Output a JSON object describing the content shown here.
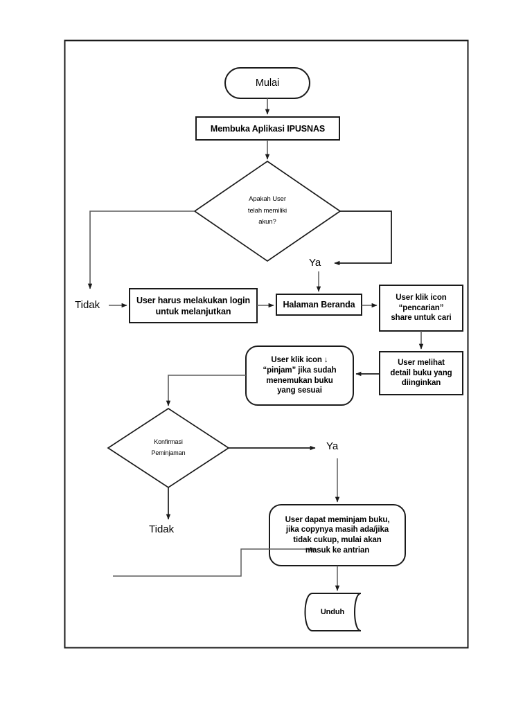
{
  "page": {
    "title": "Flowchart Peminjaman Buku IPUSNAS",
    "background_color": "#ffffff",
    "line_color": "#000000",
    "border_color": "#000000"
  },
  "nodes": {
    "start": {
      "label": "Mulai",
      "shape": "terminator"
    },
    "open_app": {
      "label": "Membuka Aplikasi IPUSNAS",
      "shape": "process"
    },
    "has_account": {
      "label": "Apakah User\ntelah memiliki\nakun?",
      "shape": "decision"
    },
    "login": {
      "label": "User harus melakukan login\nuntuk melanjutkan",
      "shape": "process"
    },
    "home": {
      "label": "Halaman Beranda",
      "shape": "process"
    },
    "search": {
      "label": "User klik icon\n“pencarian”\nshare untuk cari",
      "shape": "process"
    },
    "detail": {
      "label": "User melihat\ndetail buku yang\ndiinginkan",
      "shape": "process"
    },
    "borrow_icon": {
      "label": "User klik icon  ↓\n“pinjam” jika sudah\nmenemukan buku\nyang sesuai",
      "shape": "rounded-process"
    },
    "confirm": {
      "label": "Konfirmasi\nPeminjaman",
      "shape": "decision"
    },
    "borrow_result": {
      "label": "User dapat meminjam buku,\njika copynya masih ada/jika\ntidak cukup, mulai akan\nmasuk ke antrian",
      "shape": "rounded-process"
    },
    "download": {
      "label": "Unduh",
      "shape": "stored-data"
    }
  },
  "edge_labels": {
    "tidak_top": "Tidak",
    "ya_top": "Ya",
    "ya_bottom": "Ya",
    "tidak_bottom": "Tidak"
  }
}
